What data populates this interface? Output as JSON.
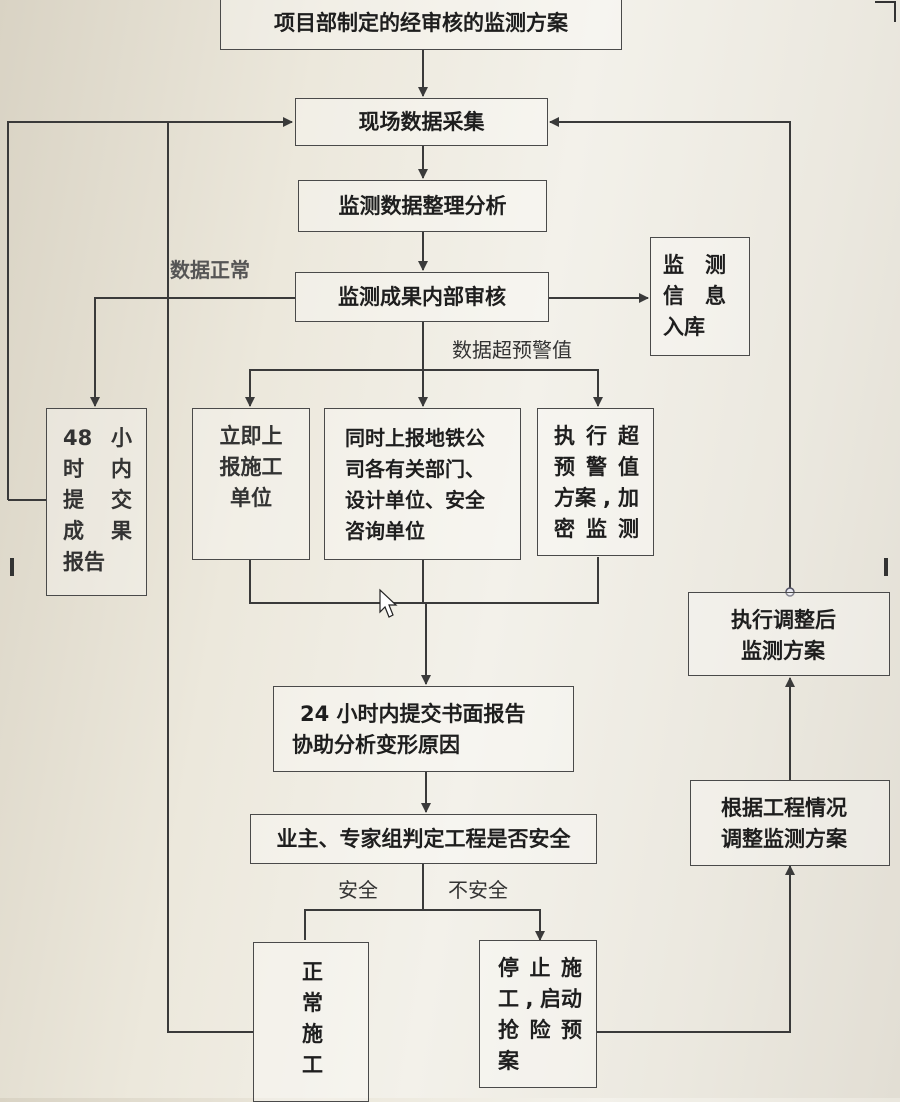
{
  "nodes": {
    "plan": "项目部制定的经审核的监测方案",
    "collect": "现场数据采集",
    "analyze": "监测数据整理分析",
    "review": "监测成果内部审核",
    "store": [
      "监　测",
      "信　息",
      "入库"
    ],
    "report48": [
      [
        "48",
        "小"
      ],
      [
        "时",
        "内"
      ],
      [
        "提",
        "交"
      ],
      [
        "成",
        "果"
      ],
      [
        "报告",
        ""
      ]
    ],
    "notify_contractor": [
      "立即上",
      "报施工",
      "单位"
    ],
    "notify_metro": [
      "同时上报地铁公",
      "司各有关部门、",
      "设计单位、安全",
      "咨询单位"
    ],
    "execute_alarm": [
      [
        "执",
        "行",
        "超"
      ],
      [
        "预",
        "警",
        "值"
      ],
      [
        "方案",
        ",",
        "加"
      ],
      [
        "密",
        "监",
        "测"
      ]
    ],
    "report24": [
      "24 小时内提交书面报告",
      "协助分析变形原因"
    ],
    "judge": "业主、专家组判定工程是否安全",
    "normal": [
      "正",
      "常",
      "施",
      "工"
    ],
    "stop": [
      [
        "停",
        "止",
        "施"
      ],
      [
        "工",
        ",",
        "启动"
      ],
      [
        "抢",
        "险",
        "预"
      ],
      [
        "案",
        "",
        ""
      ]
    ],
    "adjust": [
      "根据工程情况",
      "调整监测方案"
    ],
    "execute_adjusted": [
      "执行调整后",
      "监测方案"
    ]
  },
  "labels": {
    "data_normal": "数据正常",
    "data_exceed": "数据超预警值",
    "safe": "安全",
    "unsafe": "不安全"
  },
  "colors": {
    "line": "#3a3a3a",
    "border": "#4a4a4a",
    "text": "#1e1e1e"
  }
}
